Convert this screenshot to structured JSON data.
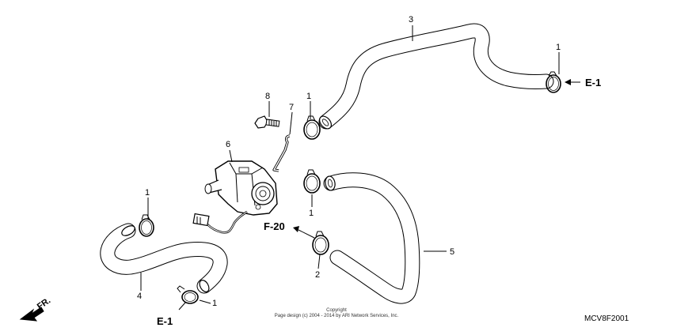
{
  "callouts": {
    "c1a": "1",
    "c1b": "1",
    "c1c": "1",
    "c1d": "1",
    "c1e": "1",
    "c2": "2",
    "c3": "3",
    "c4": "4",
    "c5": "5",
    "c6": "6",
    "c7": "7",
    "c8": "8"
  },
  "refs": {
    "e1_right": "E-1",
    "e1_bottom": "E-1",
    "f20": "F-20"
  },
  "front": "FR.",
  "copyright": {
    "line1": "Copyright",
    "line2": "Page design (c) 2004 - 2014 by ARI Network Services, Inc."
  },
  "diagram_code": "MCV8F2001",
  "colors": {
    "hose_dots": "#555555",
    "line": "#000000"
  }
}
